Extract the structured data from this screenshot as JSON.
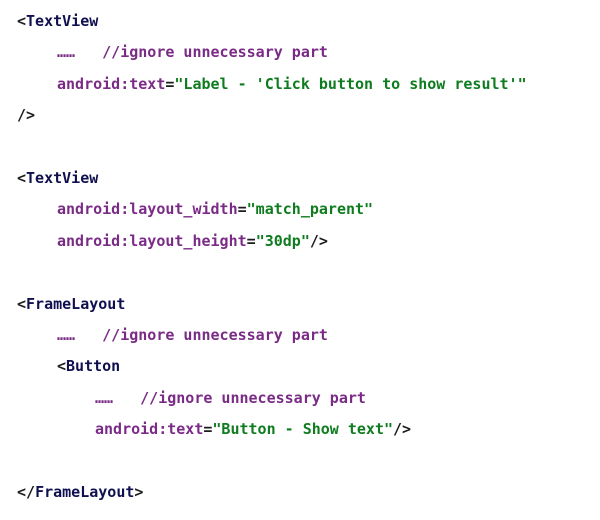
{
  "code": {
    "l1": {
      "open": "<",
      "tag": "TextView"
    },
    "l2": {
      "ellipsis": "……",
      "comment": "//ignore unnecessary part"
    },
    "l3": {
      "attr": "android:text",
      "eq": "=",
      "value": "\"Label - 'Click button to show result'\""
    },
    "l4": {
      "close": "/>"
    },
    "l6": {
      "open": "<",
      "tag": "TextView"
    },
    "l7": {
      "attr": "android:layout_width",
      "eq": "=",
      "value": "\"match_parent\""
    },
    "l8": {
      "attr": "android:layout_height",
      "eq": "=",
      "value": "\"30dp\"",
      "close": "/>"
    },
    "l10": {
      "open": "<",
      "tag": "FrameLayout"
    },
    "l11": {
      "ellipsis": "……",
      "comment": "//ignore unnecessary part"
    },
    "l12": {
      "open": "<",
      "tag": "Button"
    },
    "l13": {
      "ellipsis": "……",
      "comment": "//ignore unnecessary part"
    },
    "l14": {
      "attr": "android:text",
      "eq": "=",
      "value": "\"Button - Show text\"",
      "close": "/>"
    },
    "l16": {
      "open": "</",
      "tag": "FrameLayout",
      "close": ">"
    }
  }
}
